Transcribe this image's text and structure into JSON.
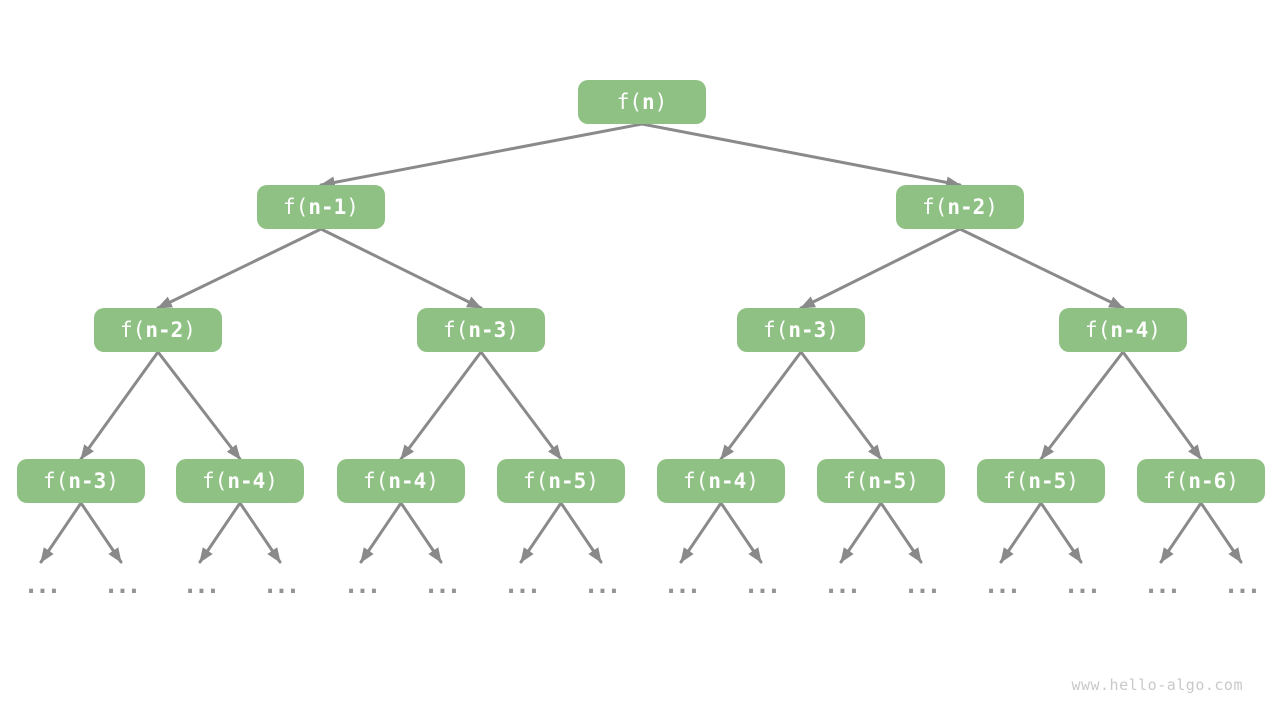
{
  "colors": {
    "node-fill": "#8FC184",
    "node-text": "#ffffff",
    "edge": "#8A8A8A",
    "ellipsis": "#949494",
    "watermark": "#C9C9C9"
  },
  "tree": {
    "nodes": [
      {
        "open": "f(",
        "arg": "n",
        "close": ")"
      },
      {
        "open": "f(",
        "arg": "n-1",
        "close": ")"
      },
      {
        "open": "f(",
        "arg": "n-2",
        "close": ")"
      },
      {
        "open": "f(",
        "arg": "n-2",
        "close": ")"
      },
      {
        "open": "f(",
        "arg": "n-3",
        "close": ")"
      },
      {
        "open": "f(",
        "arg": "n-3",
        "close": ")"
      },
      {
        "open": "f(",
        "arg": "n-4",
        "close": ")"
      },
      {
        "open": "f(",
        "arg": "n-3",
        "close": ")"
      },
      {
        "open": "f(",
        "arg": "n-4",
        "close": ")"
      },
      {
        "open": "f(",
        "arg": "n-4",
        "close": ")"
      },
      {
        "open": "f(",
        "arg": "n-5",
        "close": ")"
      },
      {
        "open": "f(",
        "arg": "n-4",
        "close": ")"
      },
      {
        "open": "f(",
        "arg": "n-5",
        "close": ")"
      },
      {
        "open": "f(",
        "arg": "n-5",
        "close": ")"
      },
      {
        "open": "f(",
        "arg": "n-6",
        "close": ")"
      }
    ],
    "ellipsis": "..."
  },
  "footer": {
    "watermark": "www.hello-algo.com"
  }
}
